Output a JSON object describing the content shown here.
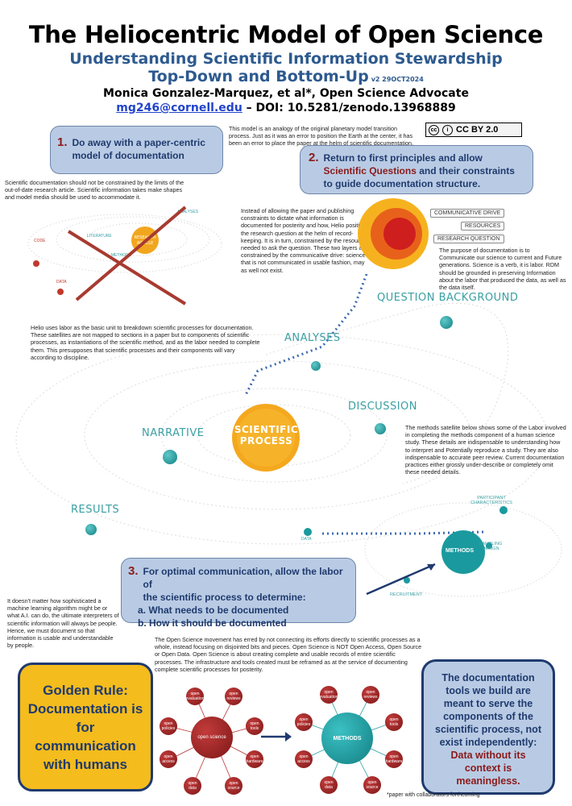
{
  "header": {
    "title": "The Heliocentric Model of Open Science",
    "subtitle_line1": "Understanding Scientific Information Stewardship",
    "subtitle_line2": "Top-Down and Bottom-Up",
    "version": "v2 29OCT2024",
    "authors": "Monica Gonzalez-Marquez, et al*, Open Science Advocate",
    "email": "mg246@cornell.edu",
    "doi": " – DOI: 10.5281/zenodo.13968889"
  },
  "license": {
    "label": "CC BY 2.0",
    "cc": "cc",
    "by": "i"
  },
  "intro": "This model is an analogy of the original planetary model transition process. Just as it was an error to position the Earth at the center, it has been an error to place the paper at the helm of scientific documentation.",
  "box1": {
    "number": "1.",
    "text": "Do away with a paper-centric model of documentation"
  },
  "box2": {
    "number": "2.",
    "text_a": "Return to first principles and allow ",
    "text_red": "Scientific Questions",
    "text_b": " and their constraints to guide documentation structure."
  },
  "box3": {
    "number": "3.",
    "line1": "For optimal communication, allow the labor of",
    "line2": "the scientific process to determine:",
    "line3": "a. What needs to be documented",
    "line4": "b. How it should be documented"
  },
  "p_paper": "Scientific documentation should not be constrained by the limits of the out-of-date research article. Scientific information takes make shapes and model media should be used to accommodate it.",
  "p_helio": "Instead of allowing the paper and publishing constraints to dictate what information is documented for posterity and how, Helio positions the research question at the helm of record-keeping. It is in turn, constrained by the resources needed to ask the question. These two layers are constrained by the communicative drive: science that is not communicated in usable fashion, may as well not exist.",
  "p_purpose": "The purpose of documentation is to Communicate our science to current and Future generations. Science is a verb, it is labor. RDM should be grounded in preserving Information about the labor that produced the data, as well as the data itself.",
  "p_labor": "Helio uses labor as the basic unit to breakdown scientific processes for documentation. These satellites are not mapped to sections in a paper but to components of scientific processes, as instantiations of the scientific method, and as the labor needed to complete them. This presupposes that scientific processes and their components will vary according to discipline.",
  "p_methods": "The methods satellite below shows some of the Labor involved in completing the methods component of a human science study. These details are indispensable to understanding how to interpret and Potentially reproduce a study. They are also indispensable to accurate peer review. Current documentation practices either grossly under-describe or completely omit these needed details.",
  "p_ai": "It doesn't matter how sophisticated a machine learning algorithm might be or what A.I. can do, the ultimate interpreters of scientific information will always be people. Hence, we must document so that information is usable and understandable by people.",
  "p_os": "The Open Science movement has erred by not connecting its efforts directly to scientific processes as a whole, instead focusing on disjointed bits and pieces. Open Science is NOT Open Access, Open Source or Open Data. Open Science is about creating complete and usable records of entire scientific processes. The infrastructure and tools created must be reframed as at the service of documenting complete scientific processes for posterity.",
  "golden": "Golden Rule: Documentation is for communication with humans",
  "tools": {
    "a": "The documentation tools we build are meant to serve the components of the scientific process, not exist independently: ",
    "b": "Data without its context is meaningless."
  },
  "footnote": "*paper with collaborators forthcoming",
  "diagram": {
    "sun": "SCIENTIFIC PROCESS",
    "article": "RESEARCH ARTICLE",
    "old_labels": [
      "CODE",
      "DATA",
      "LITERATURE",
      "METHODS",
      "ANALYSES"
    ],
    "drives": [
      "COMMUNICATIVE DRIVE",
      "RESOURCES",
      "RESEARCH QUESTION"
    ],
    "orbit_labels": [
      "QUESTION BACKGROUND",
      "ANALYSES",
      "DISCUSSION",
      "NARRATIVE",
      "RESULTS"
    ],
    "methods": {
      "center": "METHODS",
      "labels": [
        "PARTICIPANT CHARACTERISTICS",
        "SAMPLING DESIGN",
        "RECRUITMENT",
        "DATA"
      ]
    },
    "left_net": {
      "center": "open science",
      "nodes": [
        "open evaluation",
        "open reviews",
        "open tools",
        "open hardware",
        "open source",
        "open data",
        "open access",
        "open policies"
      ]
    },
    "right_net": {
      "center": "METHODS",
      "nodes": [
        "open evaluation",
        "open reviews",
        "open tools",
        "open hardware",
        "open source",
        "open data",
        "open access",
        "open policies"
      ]
    }
  },
  "colors": {
    "navy": "#1f3a6e",
    "box": "#b9cbe4",
    "teal": "#3a9fa3",
    "gold": "#f4bc1c",
    "crimson": "#8b1a1a"
  }
}
